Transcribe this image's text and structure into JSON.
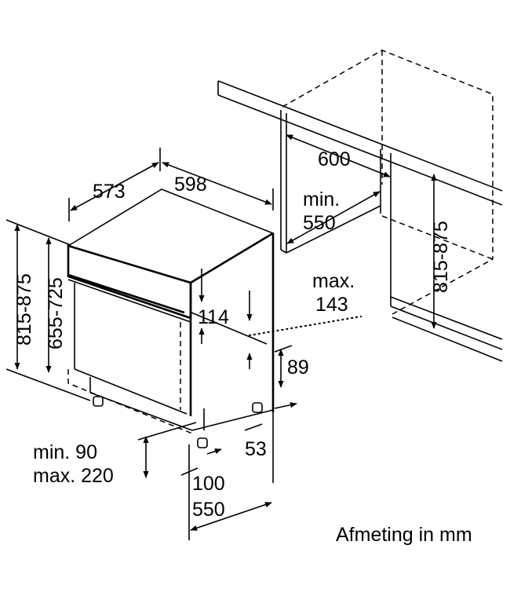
{
  "dimensions": {
    "depth_573": "573",
    "width_598": "598",
    "niche_width_600": "600",
    "niche_depth_min": "min.",
    "niche_depth_550": "550",
    "niche_height_815_875": "815-875",
    "height_815_875": "815-875",
    "height_655_725": "655-725",
    "panel_114": "114",
    "max_label": "max.",
    "max_143": "143",
    "plinth_89": "89",
    "foot_53": "53",
    "min_90": "min. 90",
    "max_220": "max. 220",
    "dim_100": "100",
    "depth_550": "550"
  },
  "caption": "Afmeting in mm"
}
